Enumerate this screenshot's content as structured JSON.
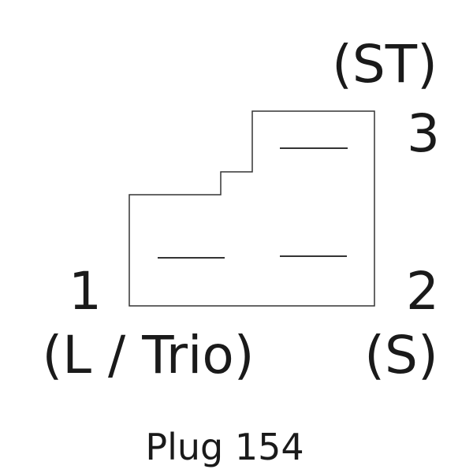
{
  "plug": {
    "caption": "Plug 154",
    "pins": [
      {
        "number": "1",
        "function": "(L / Trio)"
      },
      {
        "number": "2",
        "function": "(S)"
      },
      {
        "number": "3",
        "function": "(ST)"
      }
    ]
  },
  "colors": {
    "text": "#1a1a1a",
    "outline": "#333333",
    "background": "#ffffff"
  }
}
